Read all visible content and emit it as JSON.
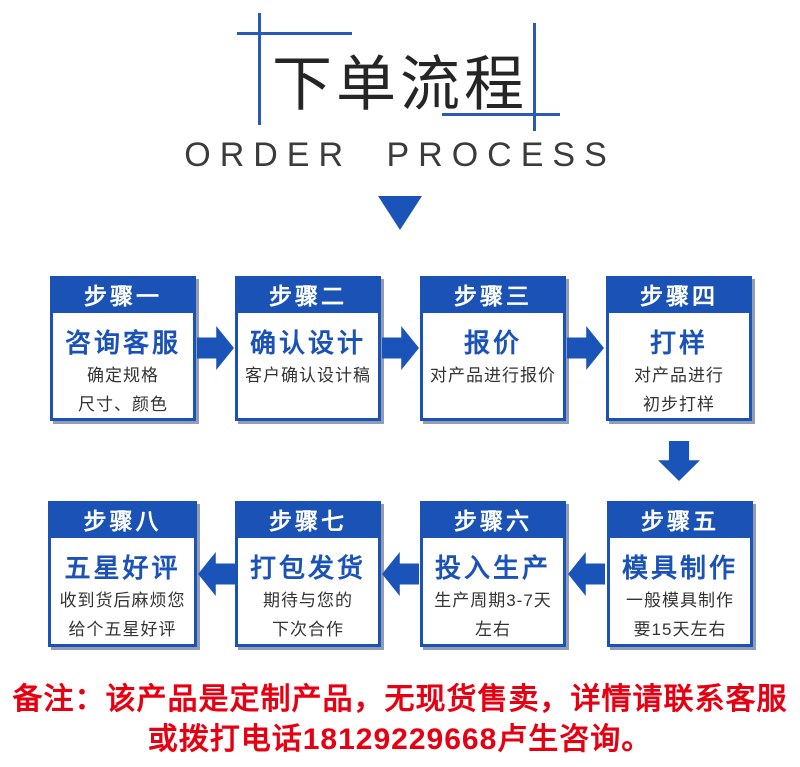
{
  "header": {
    "title_cn": "下单流程",
    "title_en": "ORDER PROCESS"
  },
  "steps": [
    {
      "label": "步骤一",
      "title": "咨询客服",
      "lines": [
        "确定规格",
        "尺寸、颜色"
      ]
    },
    {
      "label": "步骤二",
      "title": "确认设计",
      "lines": [
        "客户确认设计稿"
      ]
    },
    {
      "label": "步骤三",
      "title": "报价",
      "lines": [
        "对产品进行报价"
      ]
    },
    {
      "label": "步骤四",
      "title": "打样",
      "lines": [
        "对产品进行",
        "初步打样"
      ]
    },
    {
      "label": "步骤五",
      "title": "模具制作",
      "lines": [
        "一般模具制作",
        "要15天左右"
      ]
    },
    {
      "label": "步骤六",
      "title": "投入生产",
      "lines": [
        "生产周期3-7天",
        "左右"
      ]
    },
    {
      "label": "步骤七",
      "title": "打包发货",
      "lines": [
        "期待与您的",
        "下次合作"
      ]
    },
    {
      "label": "步骤八",
      "title": "五星好评",
      "lines": [
        "收到货后麻烦您",
        "给个五星好评"
      ]
    }
  ],
  "note": {
    "line1": "备注：该产品是定制产品，无现货售卖，详情请联系客服",
    "line2": "或拨打电话18129229668卢生咨询。"
  },
  "colors": {
    "primary_blue": "#1B52B6",
    "deco_blue": "#2A5AB9",
    "note_red": "#E60012",
    "title_dark": "#252525",
    "body_text": "#333333"
  }
}
